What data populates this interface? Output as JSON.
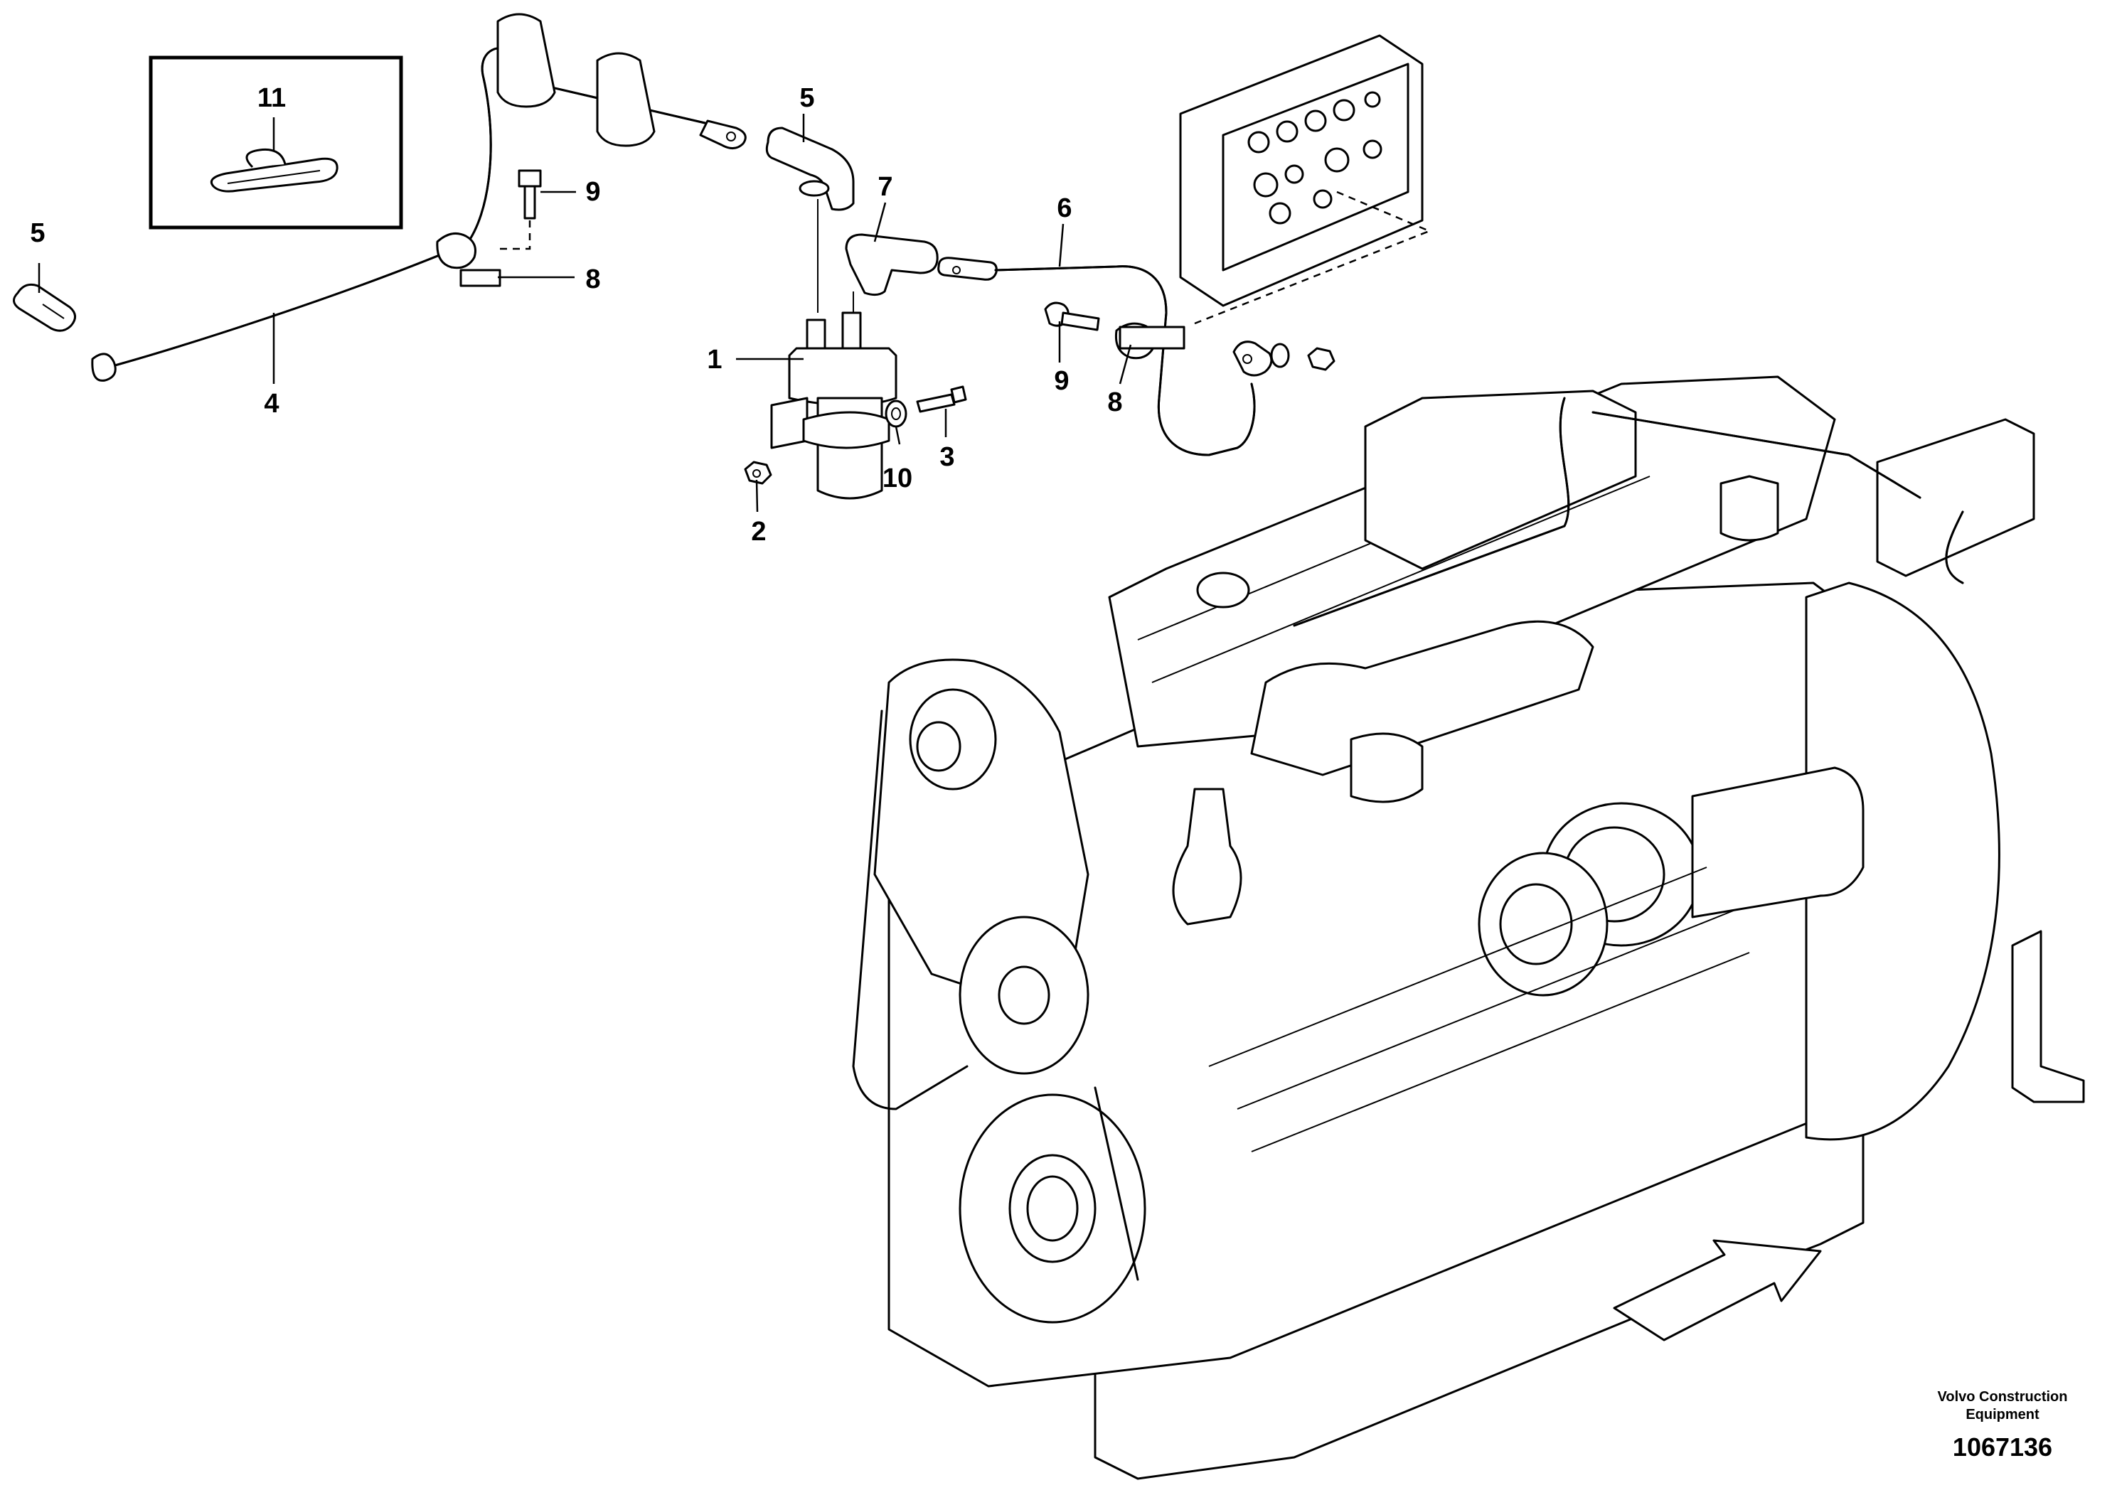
{
  "callouts": {
    "c1": "1",
    "c2": "2",
    "c3": "3",
    "c4": "4",
    "c5a": "5",
    "c5b": "5",
    "c6": "6",
    "c7": "7",
    "c8a": "8",
    "c8b": "8",
    "c9a": "9",
    "c9b": "9",
    "c10": "10",
    "c11": "11"
  },
  "footer": {
    "company_line1": "Volvo Construction",
    "company_line2": "Equipment",
    "drawing_number": "1067136"
  }
}
